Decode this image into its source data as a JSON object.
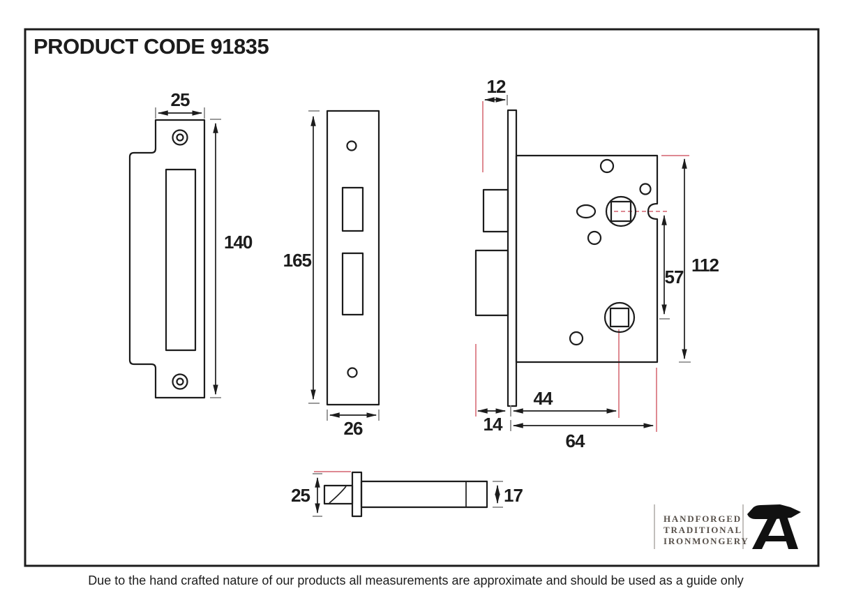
{
  "title": "PRODUCT CODE 91835",
  "disclaimer": "Due to the hand crafted nature of our products all measurements are approximate and should be used as a guide only",
  "logo": {
    "line1": "HANDFORGED",
    "line2": "TRADITIONAL",
    "line3": "IRONMONGERY"
  },
  "dims": {
    "keep_width": "25",
    "keep_height": "140",
    "faceplate_height": "165",
    "faceplate_width": "26",
    "case_top_offset": "12",
    "case_height": "112",
    "follower_centres": "57",
    "backset": "44",
    "faceplate_lip": "14",
    "case_depth": "64",
    "latch_head": "25",
    "latch_shaft": "17"
  },
  "colors": {
    "line": "#1c1c1c",
    "dimension_red": "#d4626e",
    "logo_text": "#57504a"
  }
}
